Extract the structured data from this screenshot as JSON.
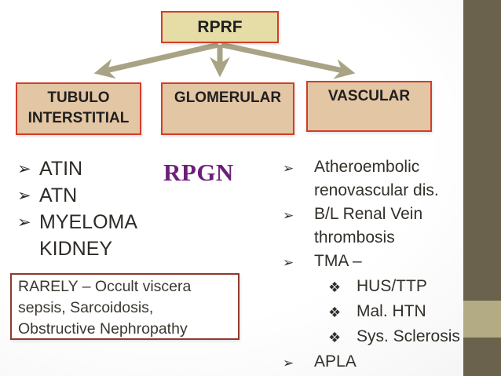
{
  "slide": {
    "topic": "RPRF causes flowchart"
  },
  "colors": {
    "box_border_red": "#d43d2a",
    "root_box_fill": "#e6dda6",
    "category_box_fill": "#e3c6a3",
    "arrow_khaki": "#a9a385",
    "rpgn_purple": "#6c1f7a",
    "note_border_dark_red": "#8e3a2d",
    "sidebar_dark_olive": "#6a624c",
    "sidebar_light_olive": "#b3ab84",
    "text_dark": "#2e2b26"
  },
  "root_box": {
    "label": "RPRF"
  },
  "category_boxes": [
    {
      "label": "TUBULO INTERSTITIAL"
    },
    {
      "label": "GLOMERULAR"
    },
    {
      "label": "VASCULAR"
    }
  ],
  "left_list": {
    "bullet": "➢",
    "items": [
      "ATIN",
      "ATN",
      "MYELOMA KIDNEY"
    ]
  },
  "center_label": "RPGN",
  "right_list": {
    "bullet": "➢",
    "sub_bullet": "❖",
    "items": [
      {
        "text": "Atheroembolic renovascular dis.",
        "level": 1
      },
      {
        "text": "B/L Renal Vein thrombosis",
        "level": 1
      },
      {
        "text": "TMA –",
        "level": 1
      },
      {
        "text": "HUS/TTP",
        "level": 2
      },
      {
        "text": "Mal. HTN",
        "level": 2
      },
      {
        "text": "Sys. Sclerosis",
        "level": 2
      },
      {
        "text": "APLA",
        "level": 1
      }
    ]
  },
  "note_box": {
    "text": "RARELY – Occult viscera sepsis, Sarcoidosis, Obstructive Nephropathy"
  }
}
